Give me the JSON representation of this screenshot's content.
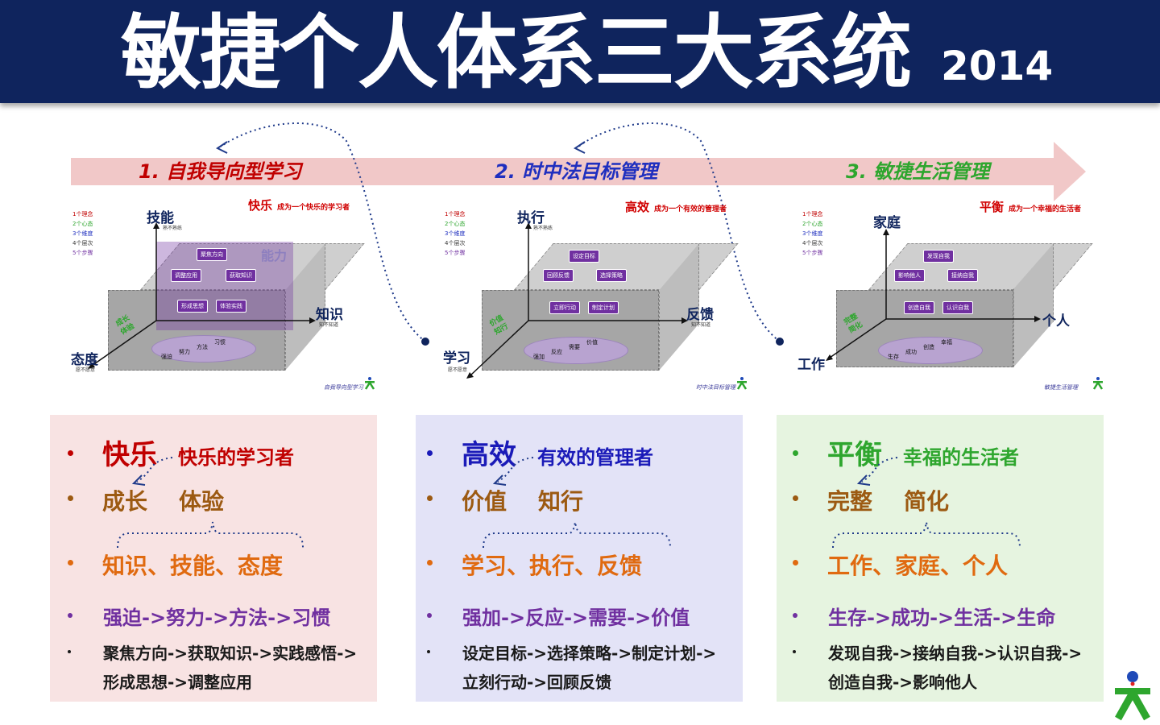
{
  "header": {
    "title": "敏捷个人体系三大系统",
    "year": "2014"
  },
  "stages": [
    {
      "label": "1. 自我导向型学习",
      "color": "#c00000"
    },
    {
      "label": "2.  时中法目标管理",
      "color": "#1f2fbf"
    },
    {
      "label": "3.  敏捷生活管理",
      "color": "#2ea62e"
    }
  ],
  "diagrams": [
    {
      "legend": [
        "1个理念",
        "2个心态",
        "3个维度",
        "4个层次",
        "5个步骤"
      ],
      "axis_top": "技能",
      "axis_top_sub": "熟不熟练",
      "axis_right": "知识",
      "axis_right_sub": "知不知道",
      "axis_left": "态度",
      "axis_left_sub": "愿不愿意",
      "keyword": "快乐",
      "keyword_sub": "成为一个快乐的学习者",
      "overlay": "能力",
      "side_label": "成长\n体验",
      "chips": [
        "聚焦方向",
        "调整应用",
        "获取知识",
        "形成思想",
        "体验实践"
      ],
      "stairs": [
        "强迫",
        "努力",
        "方法",
        "习惯"
      ],
      "caption": "自我导向型学习"
    },
    {
      "legend": [
        "1个理念",
        "2个心态",
        "3个维度",
        "4个层次",
        "5个步骤"
      ],
      "axis_top": "执行",
      "axis_top_sub": "熟不熟练",
      "axis_right": "反馈",
      "axis_right_sub": "知不知道",
      "axis_left": "学习",
      "axis_left_sub": "愿不愿意",
      "keyword": "高效",
      "keyword_sub": "成为一个有效的管理者",
      "side_label": "价值\n知行",
      "chips": [
        "设定目标",
        "回顾反馈",
        "选择策略",
        "立即行动",
        "制定计划"
      ],
      "stairs": [
        "强加",
        "反应",
        "需要",
        "价值"
      ],
      "caption": "时中法目标管理"
    },
    {
      "legend": [
        "1个理念",
        "2个心态",
        "3个维度",
        "4个层次",
        "5个步骤"
      ],
      "axis_top": "家庭",
      "axis_right": "个人",
      "axis_left": "工作",
      "keyword": "平衡",
      "keyword_sub": "成为一个幸福的生活者",
      "side_label": "完整\n简化",
      "chips": [
        "发现自我",
        "影响他人",
        "接纳自我",
        "创造自我",
        "认识自我"
      ],
      "stairs": [
        "生存",
        "成功",
        "创造",
        "幸福"
      ],
      "caption": "敏捷生活管理"
    }
  ],
  "panels": [
    {
      "bg": "#f8e3e3",
      "head": "快乐",
      "head_sub": "快乐的学习者",
      "head_color": "#c00000",
      "row2": "成长    体验",
      "row3": "知识、技能、态度",
      "row4": "强迫->努力->方法->习惯",
      "row5a": "聚焦方向->获取知识->实践感悟->",
      "row5b": "形成思想->调整应用"
    },
    {
      "bg": "#e3e3f7",
      "head": "高效",
      "head_sub": "有效的管理者",
      "head_color": "#1a1ab8",
      "row2": "价值    知行",
      "row3": "学习、执行、反馈",
      "row4": "强加->反应->需要->价值",
      "row5a": "设定目标->选择策略->制定计划->",
      "row5b": "立刻行动->回顾反馈"
    },
    {
      "bg": "#e6f4e0",
      "head": "平衡",
      "head_sub": "幸福的生活者",
      "head_color": "#2ea62e",
      "row2": "完整    简化",
      "row3": "工作、家庭、个人",
      "row4": "生存->成功->生活->生命",
      "row5a": "发现自我->接纳自我->认识自我->",
      "row5b": "创造自我->影响他人"
    }
  ],
  "colors": {
    "header_bg": "#0f245d",
    "brown": "#9c5a12",
    "orange": "#e06a10",
    "purple": "#7030a0"
  },
  "icons": [
    "logo-person-icon"
  ]
}
